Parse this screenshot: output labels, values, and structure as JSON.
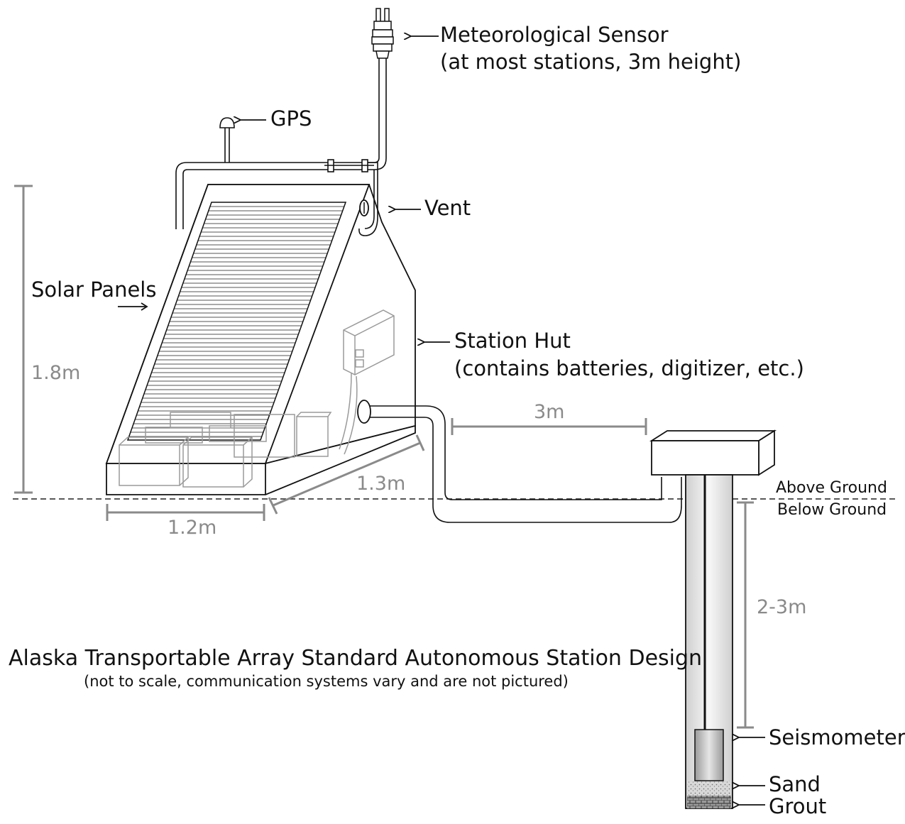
{
  "labels": {
    "met_sensor_line1": "Meteorological Sensor",
    "met_sensor_line2": "(at most stations, 3m height)",
    "gps": "GPS",
    "vent": "Vent",
    "solar_panels": "Solar Panels",
    "station_hut_line1": "Station Hut",
    "station_hut_line2": "(contains batteries, digitizer, etc.)",
    "above_ground": "Above Ground",
    "below_ground": "Below Ground",
    "seismometer": "Seismometer",
    "sand": "Sand",
    "grout": "Grout"
  },
  "dimensions": {
    "height": "1.8m",
    "width": "1.2m",
    "depth": "1.3m",
    "cable": "3m",
    "borehole": "2-3m"
  },
  "caption": {
    "title": "Alaska Transportable Array Standard Autonomous Station Design",
    "subtitle": "(not to scale, communication systems vary and are not pictured)"
  },
  "colors": {
    "line": "#111111",
    "dimension": "#8a8a8a"
  }
}
